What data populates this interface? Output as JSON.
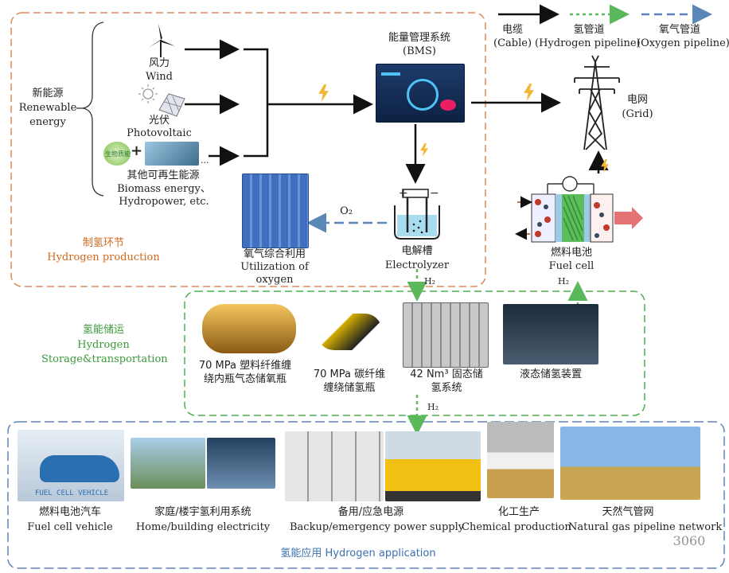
{
  "legend": {
    "cable": {
      "zh": "电缆",
      "en": "(Cable)"
    },
    "hydrogen": {
      "zh": "氢管道",
      "en": "(Hydrogen pipeline)"
    },
    "oxygen": {
      "zh": "氧气管道",
      "en": "(Oxygen pipeline)"
    }
  },
  "renewable": {
    "zh": "新能源",
    "en1": "Renewable",
    "en2": "energy"
  },
  "wind": {
    "zh": "风力",
    "en": "Wind"
  },
  "pv": {
    "zh": "光伏",
    "en": "Photovoltaic"
  },
  "biomass_badge": "生物质能",
  "other": {
    "zh": "其他可再生能源",
    "en1": "Biomass energy、",
    "en2": "Hydropower, etc.",
    "ellipsis": "..."
  },
  "bms": {
    "zh": "能量管理系统",
    "en": "(BMS)"
  },
  "grid": {
    "zh": "电网",
    "en": "(Grid)"
  },
  "oxygen_use": {
    "zh": "氧气综合利用",
    "en1": "Utilization of",
    "en2": "oxygen"
  },
  "o2_label": "O₂",
  "electrolyzer": {
    "zh": "电解槽",
    "en": "Electrolyzer"
  },
  "h2_label": "H₂",
  "fuel_cell": {
    "zh": "燃料电池",
    "en": "Fuel cell"
  },
  "production": {
    "zh": "制氢环节",
    "en": "Hydrogen production"
  },
  "storage": {
    "zh": "氢能储运",
    "en1": "Hydrogen",
    "en2": "Storage&transportation"
  },
  "storage_items": [
    {
      "l1": "70 MPa 塑料纤维缠",
      "l2": "绕内瓶气态储氧瓶"
    },
    {
      "l1": "70 MPa 碳纤维",
      "l2": "缠绕储氢瓶"
    },
    {
      "l1": "42 Nm³ 固态储",
      "l2": "氢系统"
    },
    {
      "l1": "液态储氢装置",
      "l2": ""
    }
  ],
  "fcv_label": "FUEL CELL VEHICLE",
  "applications": [
    {
      "zh": "燃料电池汽车",
      "en": "Fuel cell vehicle"
    },
    {
      "zh": "家庭/楼宇氢利用系统",
      "en": "Home/building electricity"
    },
    {
      "zh": "备用/应急电源",
      "en": "Backup/emergency power supply"
    },
    {
      "zh": "化工生产",
      "en": "Chemical production"
    },
    {
      "zh": "天然气管网",
      "en": "Natural gas pipeline network"
    }
  ],
  "application": {
    "zh": "氢能应用",
    "en": "Hydrogen application"
  },
  "watermark": "3060",
  "colors": {
    "production": "#e08a5a",
    "storage": "#4caf50",
    "application": "#5b86b8",
    "cable": "#111111",
    "hydrogen": "#5bb85b",
    "oxygen": "#5b86b8",
    "bolt": "#f2b632"
  }
}
